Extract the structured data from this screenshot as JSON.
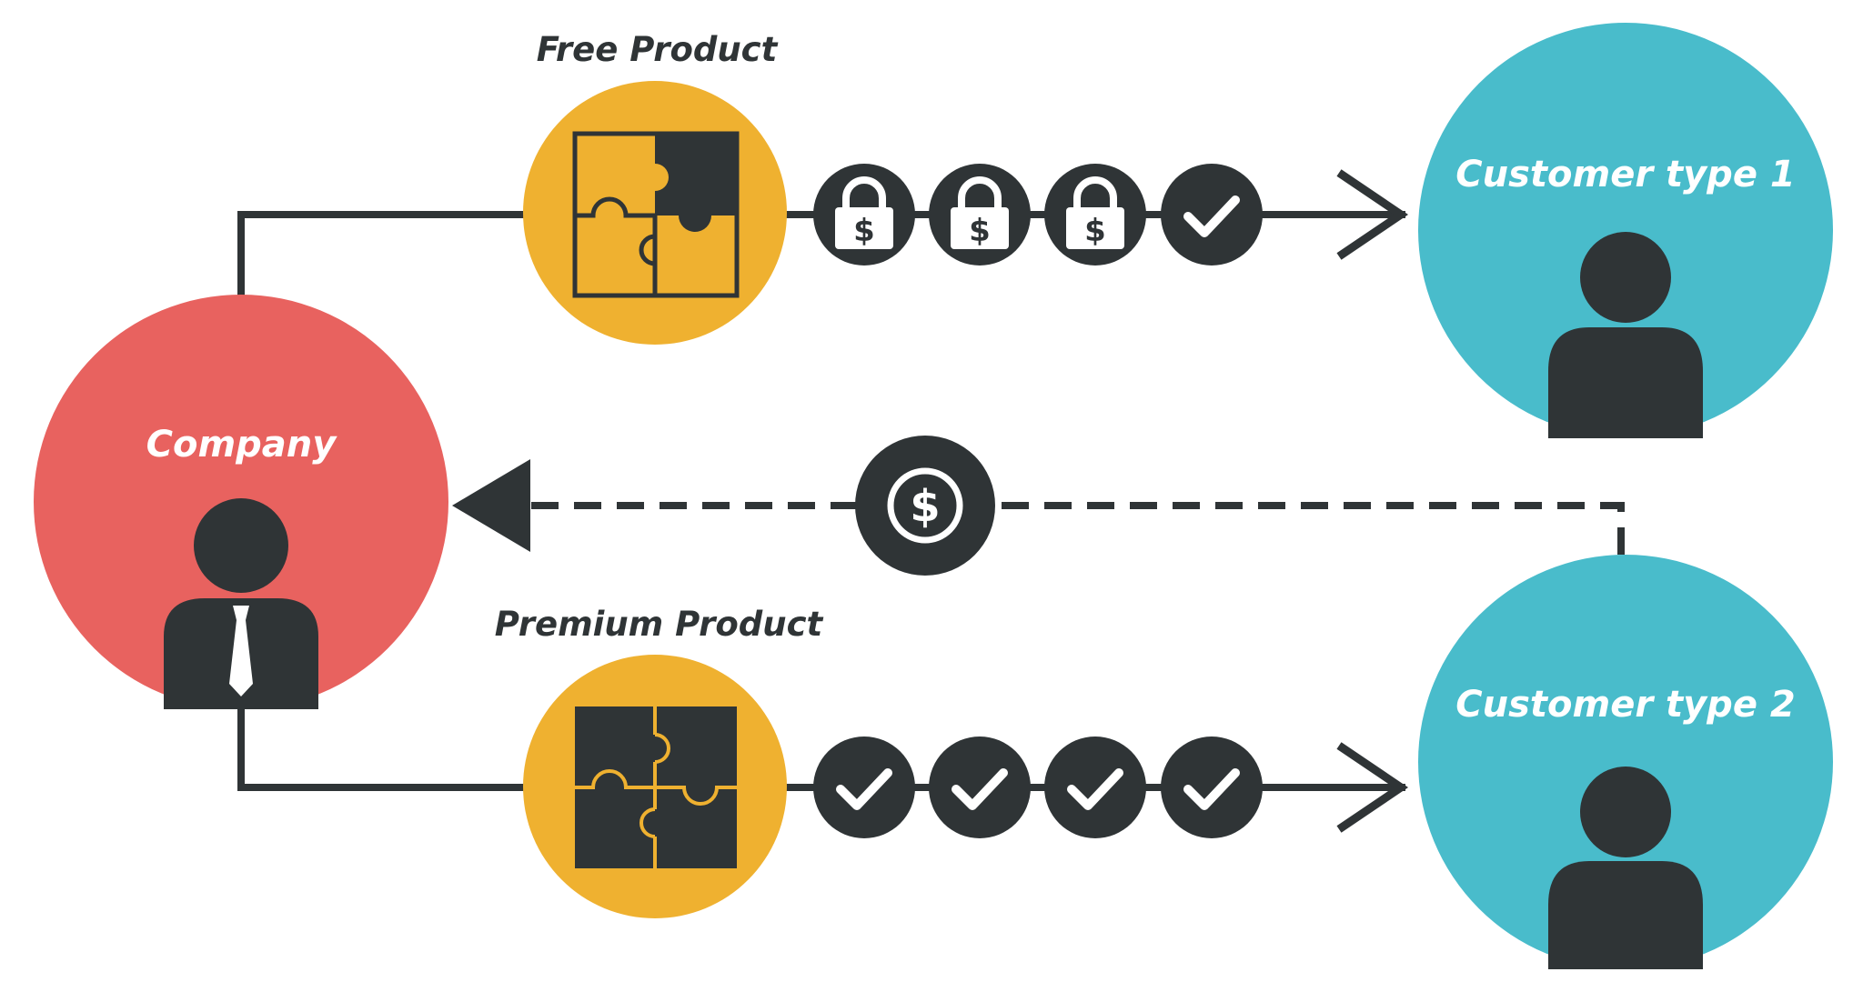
{
  "diagram": {
    "free_product_label": "Free Product",
    "premium_product_label": "Premium Product",
    "company_label": "Company",
    "customer1_label": "Customer type 1",
    "customer2_label": "Customer type 2",
    "currency_symbol": "$"
  },
  "icons": {
    "free_path": [
      "lock-dollar-icon",
      "lock-dollar-icon",
      "lock-dollar-icon",
      "check-icon"
    ],
    "premium_path": [
      "check-icon",
      "check-icon",
      "check-icon",
      "check-icon"
    ],
    "payment": "dollar-coin-icon"
  },
  "colors": {
    "company": "#e8625f",
    "customer": "#49bccb",
    "product": "#efb130",
    "dark": "#2f3436",
    "white": "#ffffff"
  }
}
